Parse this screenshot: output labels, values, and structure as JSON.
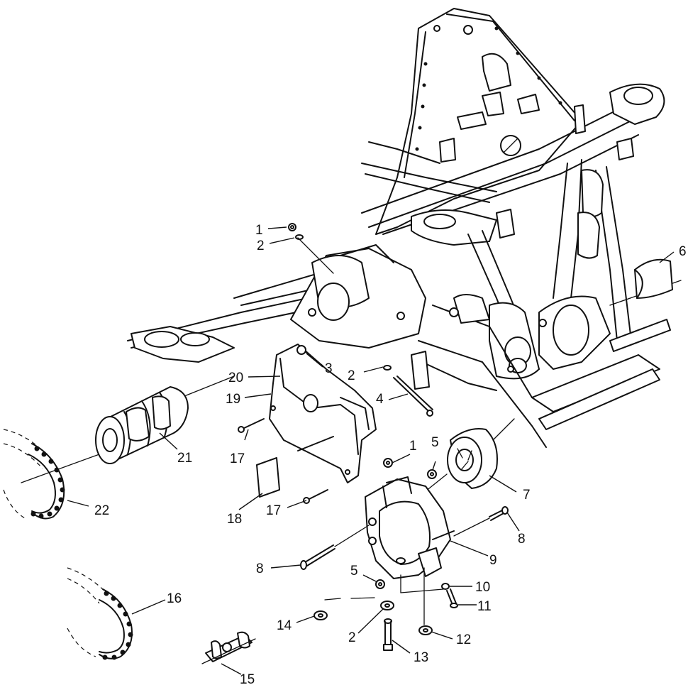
{
  "callouts": [
    {
      "id": "c1a",
      "text": "1"
    },
    {
      "id": "c2a",
      "text": "2"
    },
    {
      "id": "c3",
      "text": "3"
    },
    {
      "id": "c2b",
      "text": "2"
    },
    {
      "id": "c20",
      "text": "20"
    },
    {
      "id": "c19",
      "text": "19"
    },
    {
      "id": "c4",
      "text": "4"
    },
    {
      "id": "c6",
      "text": "6"
    },
    {
      "id": "c21",
      "text": "21"
    },
    {
      "id": "c17a",
      "text": "17"
    },
    {
      "id": "c1b",
      "text": "1"
    },
    {
      "id": "c5a",
      "text": "5"
    },
    {
      "id": "c7",
      "text": "7"
    },
    {
      "id": "c22",
      "text": "22"
    },
    {
      "id": "c18",
      "text": "18"
    },
    {
      "id": "c17b",
      "text": "17"
    },
    {
      "id": "c8a",
      "text": "8"
    },
    {
      "id": "c9",
      "text": "9"
    },
    {
      "id": "c8b",
      "text": "8"
    },
    {
      "id": "c5b",
      "text": "5"
    },
    {
      "id": "c10",
      "text": "10"
    },
    {
      "id": "c16",
      "text": "16"
    },
    {
      "id": "c11",
      "text": "11"
    },
    {
      "id": "c14",
      "text": "14"
    },
    {
      "id": "c2c",
      "text": "2"
    },
    {
      "id": "c12",
      "text": "12"
    },
    {
      "id": "c13",
      "text": "13"
    },
    {
      "id": "c15",
      "text": "15"
    }
  ],
  "colors": {
    "line": "#111111",
    "background": "#ffffff"
  }
}
